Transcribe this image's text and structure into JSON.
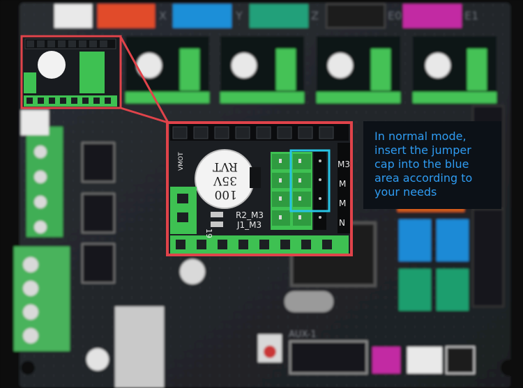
{
  "annotation": {
    "lines": [
      "In normal mode,",
      "insert the jumper",
      "cap into the blue",
      "area according to",
      "your needs"
    ],
    "text_color": "#2f9cf2"
  },
  "board": {
    "axis_labels": [
      "X",
      "Y",
      "Z",
      "E0",
      "E1"
    ],
    "capacitor": {
      "lines": [
        "100",
        "35V",
        "RVT"
      ]
    },
    "silkscreen": {
      "vmot": "VMOT",
      "r2": "R2_M3",
      "j1": "J1_M3",
      "n19": "19",
      "m_labels": [
        "M3",
        "M",
        "M",
        "N"
      ],
      "aux": "AUX-1"
    }
  },
  "colors": {
    "highlight_box": "#e0434a",
    "jumper_box": "#27c4e6",
    "pcb": "#23272c",
    "header_green": "#3ec152"
  }
}
